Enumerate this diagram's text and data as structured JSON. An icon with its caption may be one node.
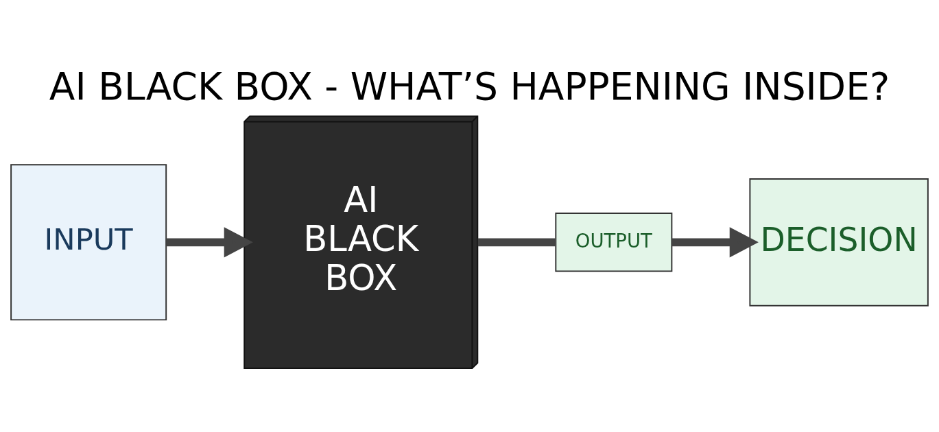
{
  "diagram": {
    "title": "AI BLACK BOX - WHAT’S HAPPENING INSIDE?",
    "nodes": [
      {
        "text": [
          "INPUT"
        ]
      },
      {
        "text": [
          "AI",
          "BLACK",
          "BOX"
        ]
      },
      {
        "text": [
          "OUTPUT"
        ]
      },
      {
        "text": [
          "DECISION"
        ]
      }
    ],
    "edges": [
      {
        "from": 0,
        "to": 1,
        "arrow": "to"
      },
      {
        "from": 1,
        "to": 2,
        "arrow": "none"
      },
      {
        "from": 2,
        "to": 3,
        "arrow": "to"
      }
    ]
  }
}
